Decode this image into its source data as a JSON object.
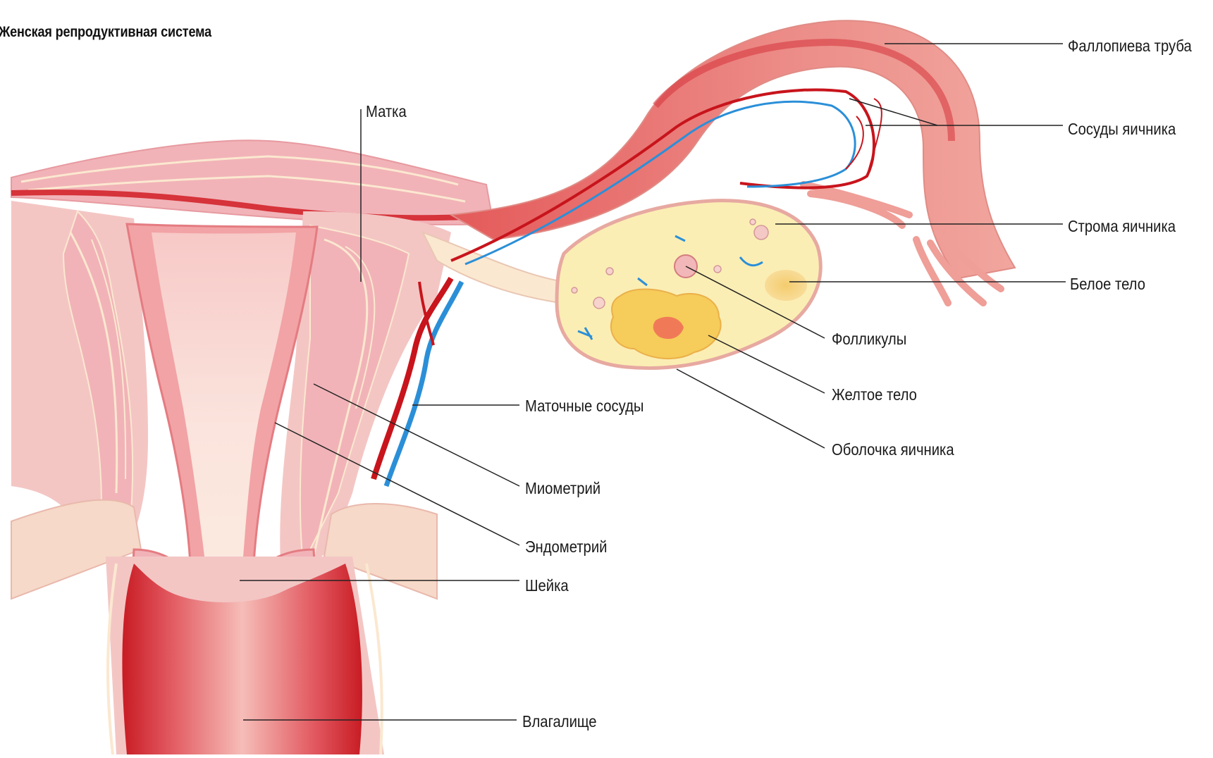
{
  "title": "Женская репродуктивная система",
  "labels": {
    "fallopian_tube": "Фаллопиева труба",
    "ovary_vessels": "Сосуды яичника",
    "ovary_stroma": "Строма яичника",
    "white_body": "Белое тело",
    "uterus": "Матка",
    "follicles": "Фолликулы",
    "yellow_body": "Желтое тело",
    "ovary_shell": "Оболочка яичника",
    "uterine_vessels": "Маточные сосуды",
    "myometrium": "Миометрий",
    "endometrium": "Эндометрий",
    "cervix": "Шейка",
    "vagina": "Влагалище"
  },
  "colors": {
    "myometrium_pink": "#f1b3b8",
    "outer_pink": "#f3c6c4",
    "cream": "#fbe8d0",
    "deep_red": "#d6333a",
    "fallopian_pink": "#ee9e96",
    "artery_red": "#c8141c",
    "vein_blue": "#2b8fd8",
    "ovary_yellow": "#fbeeb4",
    "corpus_luteum_yellow": "#f6cc5a",
    "leader_line": "#222222"
  }
}
